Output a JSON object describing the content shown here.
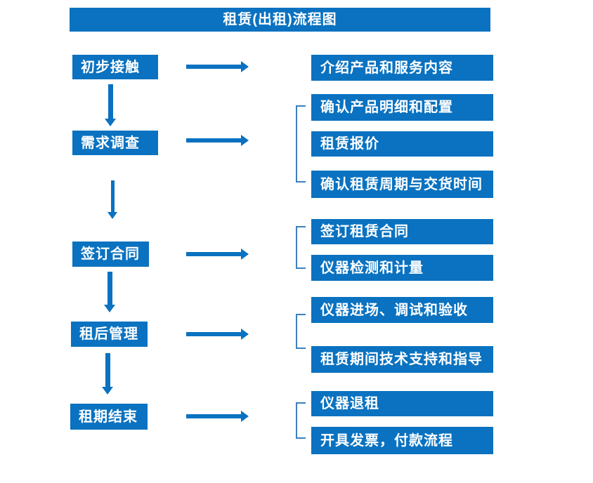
{
  "title": "租赁(出租)流程图",
  "colors": {
    "primary": "#0a72c0",
    "bracket": "#3d7ebf",
    "text": "#ffffff"
  },
  "steps": [
    {
      "label": "初步接触",
      "details": [
        "介绍产品和服务内容"
      ]
    },
    {
      "label": "需求调查",
      "details": [
        "确认产品明细和配置",
        "租赁报价",
        "确认租赁周期与交货时间"
      ]
    },
    {
      "label": "签订合同",
      "details": [
        "签订租赁合同",
        "仪器检测和计量"
      ]
    },
    {
      "label": "租后管理",
      "details": [
        "仪器进场、调试和验收",
        "租赁期间技术支持和指导"
      ]
    },
    {
      "label": "租期结束",
      "details": [
        "仪器退租",
        "开具发票，付款流程"
      ]
    }
  ]
}
